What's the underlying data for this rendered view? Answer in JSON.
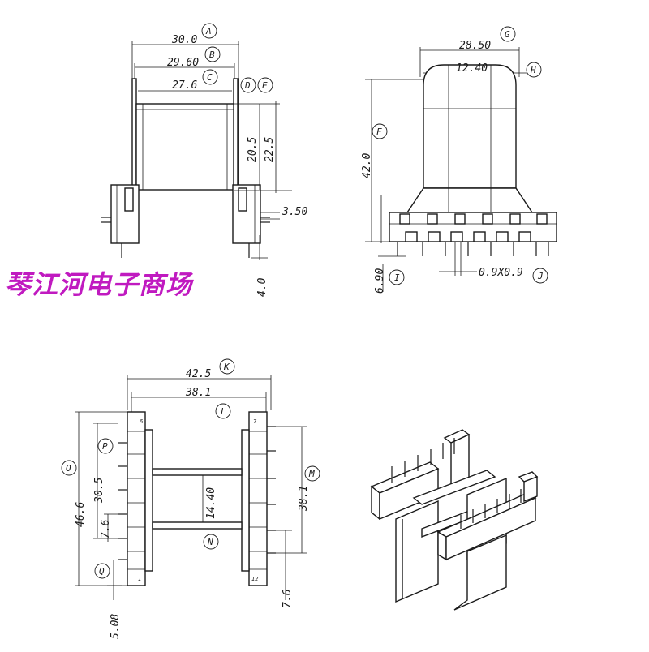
{
  "watermark": "琴江河电子商场",
  "views": {
    "side": {
      "dims": {
        "d30": "30.0",
        "d29": "29.60",
        "d27": "27.6",
        "d20": "20.5",
        "d22": "22.5",
        "d35": "3.50",
        "d4": "4.0"
      },
      "labels": {
        "A": "A",
        "B": "B",
        "C": "C",
        "D": "D",
        "E": "E"
      }
    },
    "front": {
      "dims": {
        "d28": "28.50",
        "d12": "12.40",
        "d42": "42.0",
        "d69": "6.90",
        "d09": "0.9X0.9"
      },
      "labels": {
        "G": "G",
        "H": "H",
        "F": "F",
        "I": "I",
        "J": "J"
      }
    },
    "top": {
      "dims": {
        "d425": "42.5",
        "d381": "38.1",
        "d466": "46.6",
        "d305": "30.5",
        "d1440": "14.40",
        "d381v": "38.1",
        "d76a": "7.6",
        "d76b": "7.6",
        "d508": "5.08"
      },
      "labels": {
        "K": "K",
        "L": "L",
        "O": "O",
        "P": "P",
        "M": "M",
        "N": "N",
        "Q": "Q"
      },
      "pin_numbers": {
        "p1": "1",
        "p6": "6",
        "p7": "7",
        "p12": "12"
      }
    }
  }
}
